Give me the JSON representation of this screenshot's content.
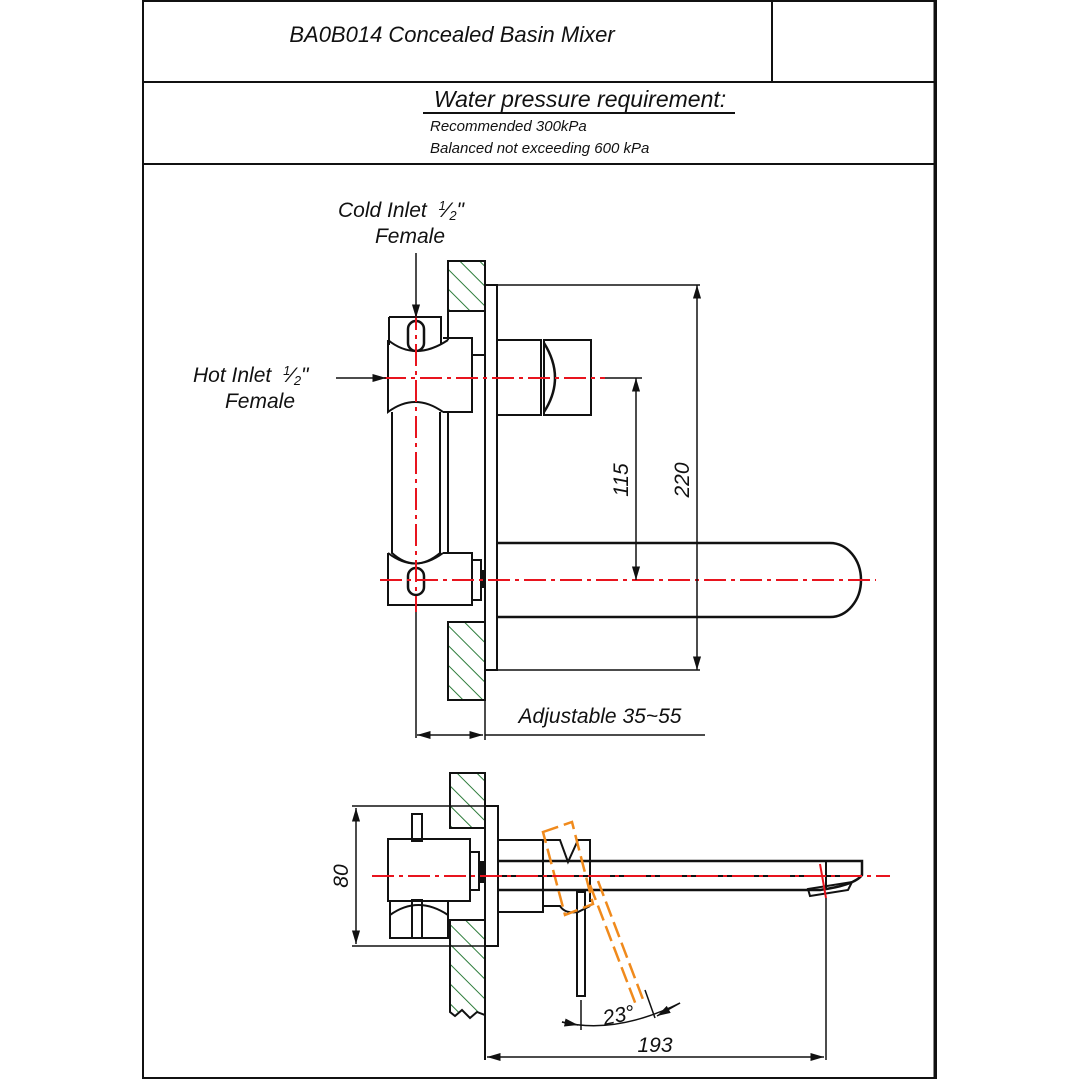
{
  "title_block": {
    "title": "BA0B014 Concealed Basin Mixer",
    "pressure_heading": "Water pressure requirement:",
    "pressure_lines": [
      "Recommended 300kPa",
      "Balanced not exceeding 600 kPa"
    ]
  },
  "labels": {
    "cold_inlet": "Cold Inlet",
    "cold_inlet_size_num": "1",
    "cold_inlet_size_den": "2",
    "cold_inlet_unit": "\"",
    "cold_inlet_type": "Female",
    "hot_inlet": "Hot Inlet",
    "hot_inlet_size_num": "1",
    "hot_inlet_size_den": "2",
    "hot_inlet_unit": "\"",
    "hot_inlet_type": "Female"
  },
  "dimensions": {
    "handle_to_spout_height": "115",
    "overall_height": "220",
    "adjustable_depth": "Adjustable 35~55",
    "body_depth": "80",
    "handle_angle": "23°",
    "spout_projection": "193"
  },
  "colors": {
    "line": "#111111",
    "centerline": "#e8141e",
    "wall_hatch": "#2e7d3c",
    "handle_swing": "#f08a1c"
  }
}
